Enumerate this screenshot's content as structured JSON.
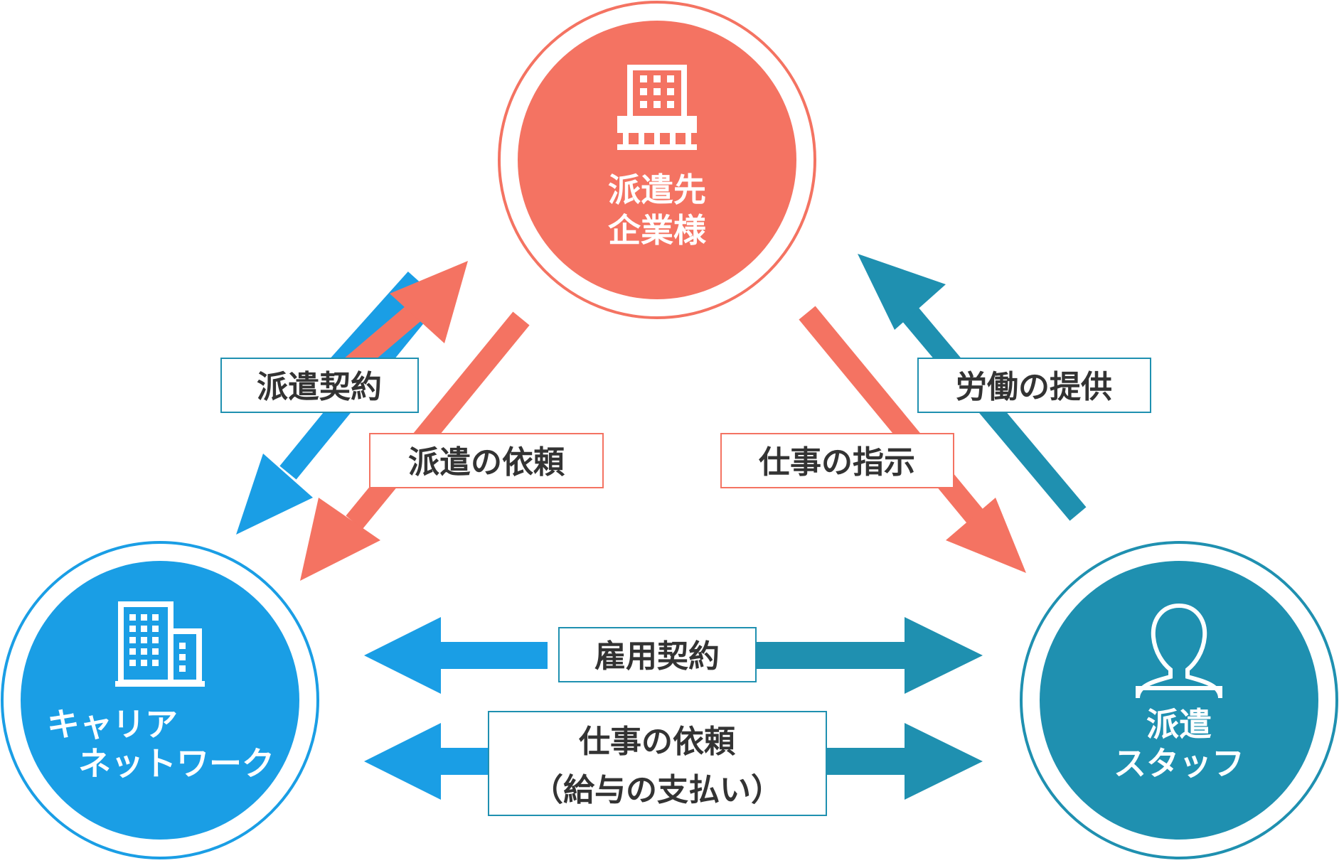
{
  "colors": {
    "client": "#f47362",
    "agency": "#1a9ee5",
    "staff": "#1f90b0",
    "box_text": "#333333"
  },
  "nodes": {
    "client": {
      "icon": "store-building-icon",
      "line1": "派遣先",
      "line2": "企業様"
    },
    "agency": {
      "icon": "office-building-icon",
      "line1": "キャリア",
      "line2": "ネットワーク"
    },
    "staff": {
      "icon": "person-icon",
      "line1": "派遣",
      "line2": "スタッフ"
    }
  },
  "relations": {
    "dispatch_contract": "派遣契約",
    "dispatch_request": "派遣の依頼",
    "work_instruction": "仕事の指示",
    "labor_provision": "労働の提供",
    "employment_contract": "雇用契約",
    "work_request_line1": "仕事の依頼",
    "work_request_line2": "（給与の支払い）"
  }
}
